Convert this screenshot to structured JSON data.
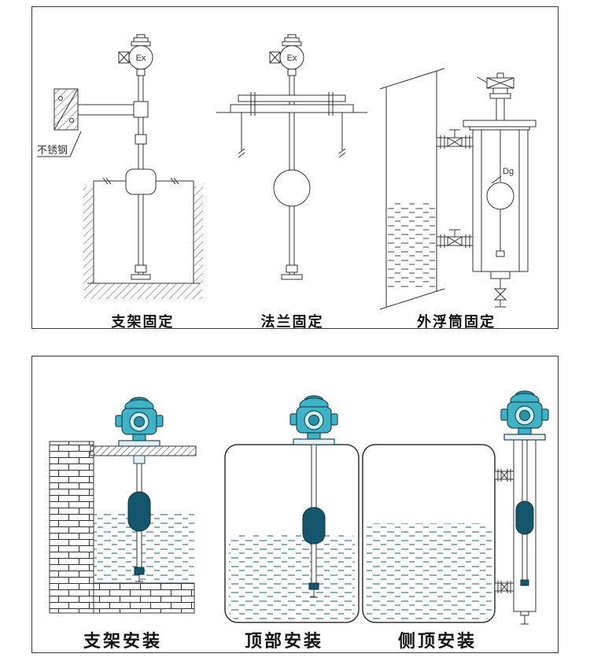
{
  "colors": {
    "line": "#333333",
    "panel_border": "#3a3a3a",
    "teal": "#3fb3c6",
    "teal_dark": "#2a93a8",
    "teal_light": "#cdeef3",
    "navy_outline": "#1b4a5e",
    "float_navy": "#14566b",
    "flange_gray": "#e9eef0",
    "water_dash": "#3a7c8c"
  },
  "top_panel": {
    "labels": {
      "stainless_steel": "不锈钢",
      "ex_marking": "Ex",
      "diameter_mark": "Dg"
    },
    "captions": [
      "支架固定",
      "法兰固定",
      "外浮筒固定"
    ]
  },
  "bottom_panel": {
    "captions": [
      "支架安装",
      "顶部安装",
      "侧顶安装"
    ]
  }
}
